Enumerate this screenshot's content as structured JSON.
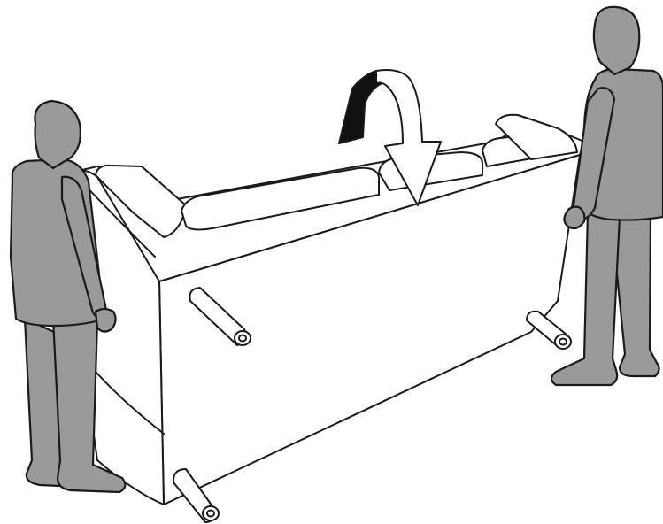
{
  "illustration": {
    "figure_fill": "#9a9a9a",
    "outline_color": "#1a1a1a",
    "sofa_fill": "#ffffff",
    "rotation_arrow_dark": "#111111",
    "rotation_arrow_light": "#ffffff",
    "elements": [
      "person-left",
      "person-right",
      "sofa-upside-down",
      "sofa-legs",
      "rotation-arrow"
    ]
  }
}
